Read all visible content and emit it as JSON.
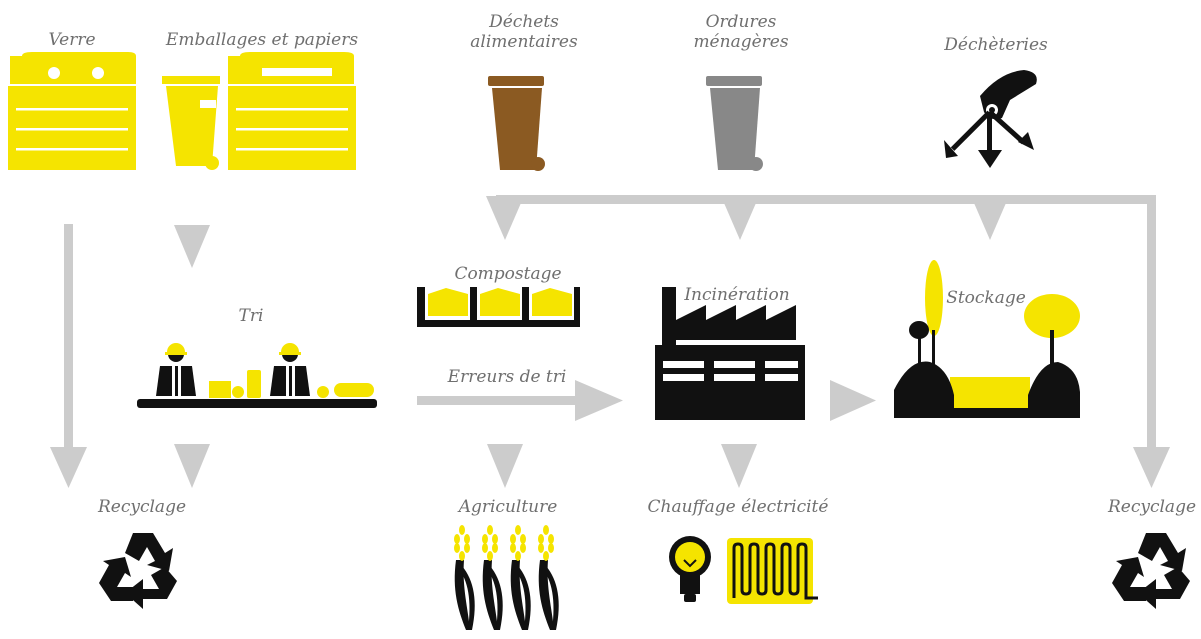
{
  "labels": {
    "verre": "Verre",
    "emballages": "Emballages et papiers",
    "dechets_alimentaires_1": "Déchets",
    "dechets_alimentaires_2": "alimentaires",
    "ordures_1": "Ordures",
    "ordures_2": "ménagères",
    "decheteries": "Déchèteries",
    "compostage": "Compostage",
    "tri": "Tri",
    "incineration": "Incinération",
    "stockage": "Stockage",
    "erreurs_de_tri": "Erreurs de tri",
    "recyclage_left": "Recyclage",
    "agriculture": "Agriculture",
    "chauffage": "Chauffage électricité",
    "recyclage_right": "Recyclage"
  },
  "colors": {
    "yellow": "#f5e400",
    "brown": "#8b5a22",
    "grey_bin": "#888888",
    "arrow": "#cccccc",
    "black": "#111111",
    "label": "#6f6f6f"
  },
  "icons": {
    "verre": "glass-crate-icon",
    "emballages": "yellow-bin-and-crate-icon",
    "dechets_alimentaires": "brown-bin-icon",
    "ordures": "grey-bin-icon",
    "decheteries": "hand-dropping-icon",
    "compostage": "compost-trays-icon",
    "tri": "sorting-workers-icon",
    "incineration": "factory-icon",
    "stockage": "landfill-icon",
    "recyclage": "recycle-icon",
    "agriculture": "wheat-icon",
    "chauffage": "bulb-and-heater-icon"
  }
}
